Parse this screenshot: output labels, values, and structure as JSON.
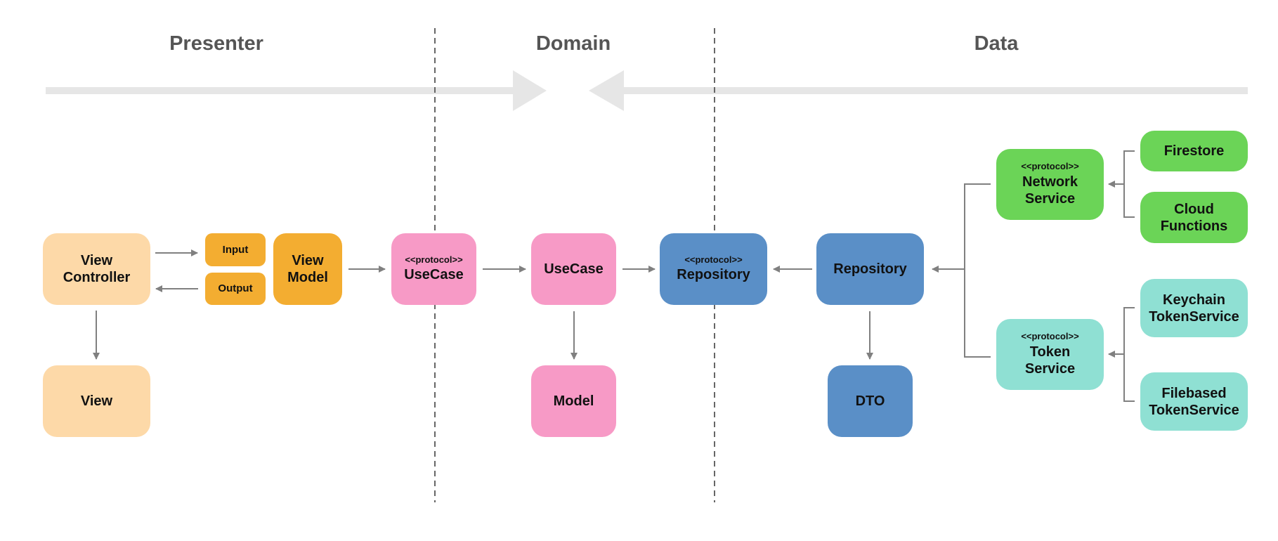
{
  "layers": {
    "presenter": "Presenter",
    "domain": "Domain",
    "data": "Data"
  },
  "nodes": {
    "view_controller": {
      "line1": "View",
      "line2": "Controller"
    },
    "input": "Input",
    "output": "Output",
    "view_model": {
      "line1": "View",
      "line2": "Model"
    },
    "view": "View",
    "usecase_protocol": {
      "stereotype": "<<protocol>>",
      "label": "UseCase"
    },
    "usecase": "UseCase",
    "model": "Model",
    "repository_protocol": {
      "stereotype": "<<protocol>>",
      "label": "Repository"
    },
    "repository": "Repository",
    "dto": "DTO",
    "network_service": {
      "stereotype": "<<protocol>>",
      "line1": "Network",
      "line2": "Service"
    },
    "token_service": {
      "stereotype": "<<protocol>>",
      "line1": "Token",
      "line2": "Service"
    },
    "firestore": "Firestore",
    "cloud_functions": {
      "line1": "Cloud",
      "line2": "Functions"
    },
    "keychain_token_service": {
      "line1": "Keychain",
      "line2": "TokenService"
    },
    "filebased_token_service": {
      "line1": "Filebased",
      "line2": "TokenService"
    }
  },
  "colors": {
    "title_text": "#555555",
    "dependency_band": "#e6e6e6",
    "connector": "#808080",
    "boundary_line": "#666666",
    "view_controller": "#fdd9a8",
    "view_model": "#f3ad31",
    "usecase": "#f79ac6",
    "repository": "#5a8fc7",
    "network_service": "#6bd457",
    "token_service": "#8fe0d3"
  }
}
